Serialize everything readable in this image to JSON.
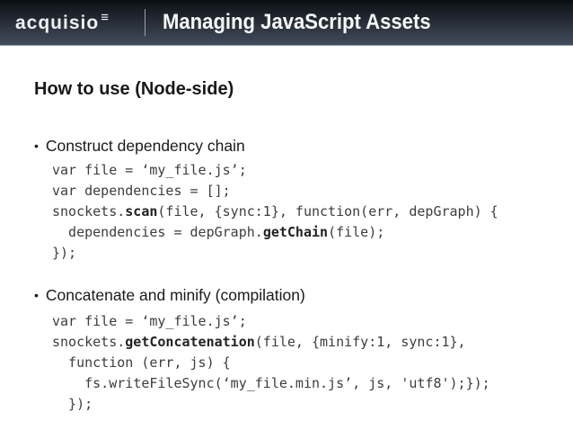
{
  "header": {
    "logo_text": "acquisio",
    "logo_mark": "≡",
    "title": "Managing JavaScript Assets"
  },
  "content": {
    "heading": "How to use (Node-side)",
    "sections": [
      {
        "bullet": "Construct dependency chain",
        "code": [
          [
            {
              "t": "var file = ‘my_file.js’;",
              "b": 0
            }
          ],
          [
            {
              "t": "var dependencies = [];",
              "b": 0
            }
          ],
          [
            {
              "t": "snockets.",
              "b": 0
            },
            {
              "t": "scan",
              "b": 1
            },
            {
              "t": "(file, {sync:1}, function(err, depGraph) {",
              "b": 0
            }
          ],
          [
            {
              "t": "  dependencies = depGraph.",
              "b": 0
            },
            {
              "t": "getChain",
              "b": 1
            },
            {
              "t": "(file);",
              "b": 0
            }
          ],
          [
            {
              "t": "});",
              "b": 0
            }
          ]
        ]
      },
      {
        "bullet": "Concatenate and minify (compilation)",
        "code": [
          [
            {
              "t": "var file = ‘my_file.js’;",
              "b": 0
            }
          ],
          [
            {
              "t": "snockets.",
              "b": 0
            },
            {
              "t": "getConcatenation",
              "b": 1
            },
            {
              "t": "(file, {minify:1, sync:1},",
              "b": 0
            }
          ],
          [
            {
              "t": "  function (err, js) {",
              "b": 0
            }
          ],
          [
            {
              "t": "    fs.writeFileSync(‘my_file.min.js’, js, 'utf8');});",
              "b": 0
            }
          ],
          [
            {
              "t": "  });",
              "b": 0
            }
          ]
        ]
      }
    ]
  },
  "colors": {
    "header_gradient_top": "#0a0d11",
    "header_gradient_bottom": "#424c5a",
    "title_text": "#f6f8fa",
    "body_text": "#1a1a1a",
    "code_text": "#3d3d3d"
  }
}
